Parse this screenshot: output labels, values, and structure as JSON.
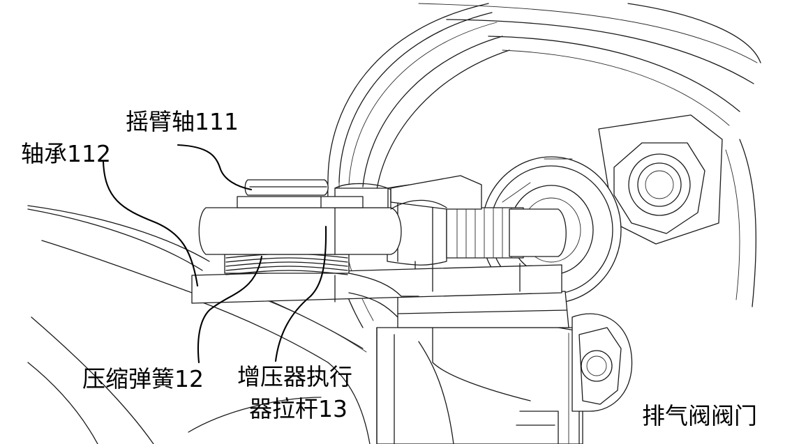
{
  "labels": {
    "rocker_shaft": "摇臂轴111",
    "bearing": "轴承112",
    "compression_spring": "压缩弹簧12",
    "actuator_rod_line1": "增压器执行",
    "actuator_rod_line2": "器拉杆13",
    "exhaust_valve": "排气阀阀门"
  }
}
